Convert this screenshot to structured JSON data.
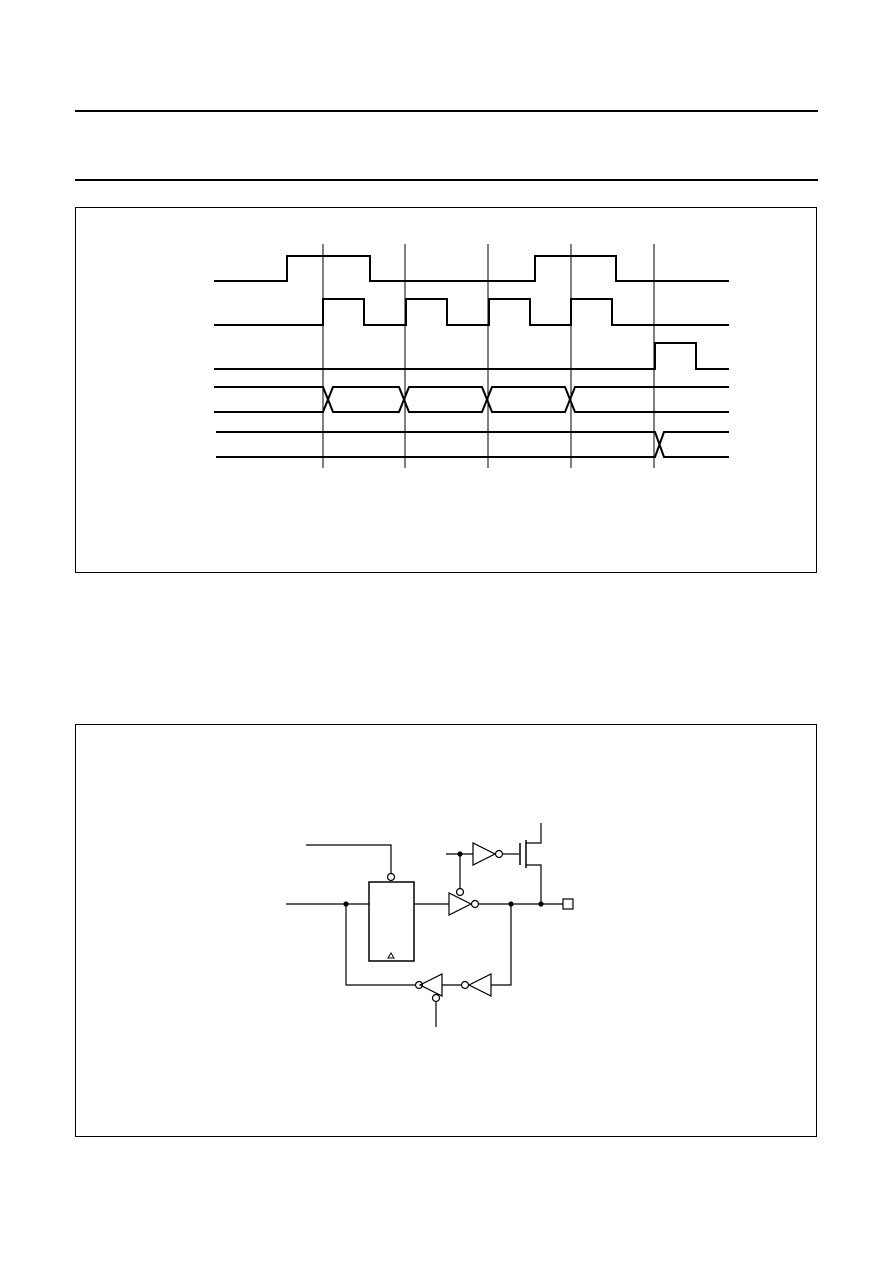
{
  "page": {
    "background": "#ffffff",
    "ink": "#000000"
  },
  "timing_diagram": {
    "signals": [
      {
        "kind": "clock",
        "levels": [
          0,
          1,
          1,
          0,
          0,
          0,
          1,
          1,
          0,
          0
        ]
      },
      {
        "kind": "clock",
        "levels": [
          0,
          0,
          1,
          0,
          1,
          0,
          1,
          0,
          1,
          0,
          0
        ]
      },
      {
        "kind": "pulse",
        "levels": [
          0,
          0,
          0,
          0,
          0,
          0,
          0,
          1,
          0
        ]
      },
      {
        "kind": "bus",
        "transitions": 4
      },
      {
        "kind": "bus",
        "transitions": 1
      }
    ]
  },
  "circuit": {
    "components": [
      "register-block",
      "clock-triangle-icon",
      "enable-bubble",
      "output-tristate-buffer",
      "inverter",
      "pmos-transistor",
      "input-tristate-buffer",
      "input-buffer",
      "pin-pad"
    ]
  }
}
